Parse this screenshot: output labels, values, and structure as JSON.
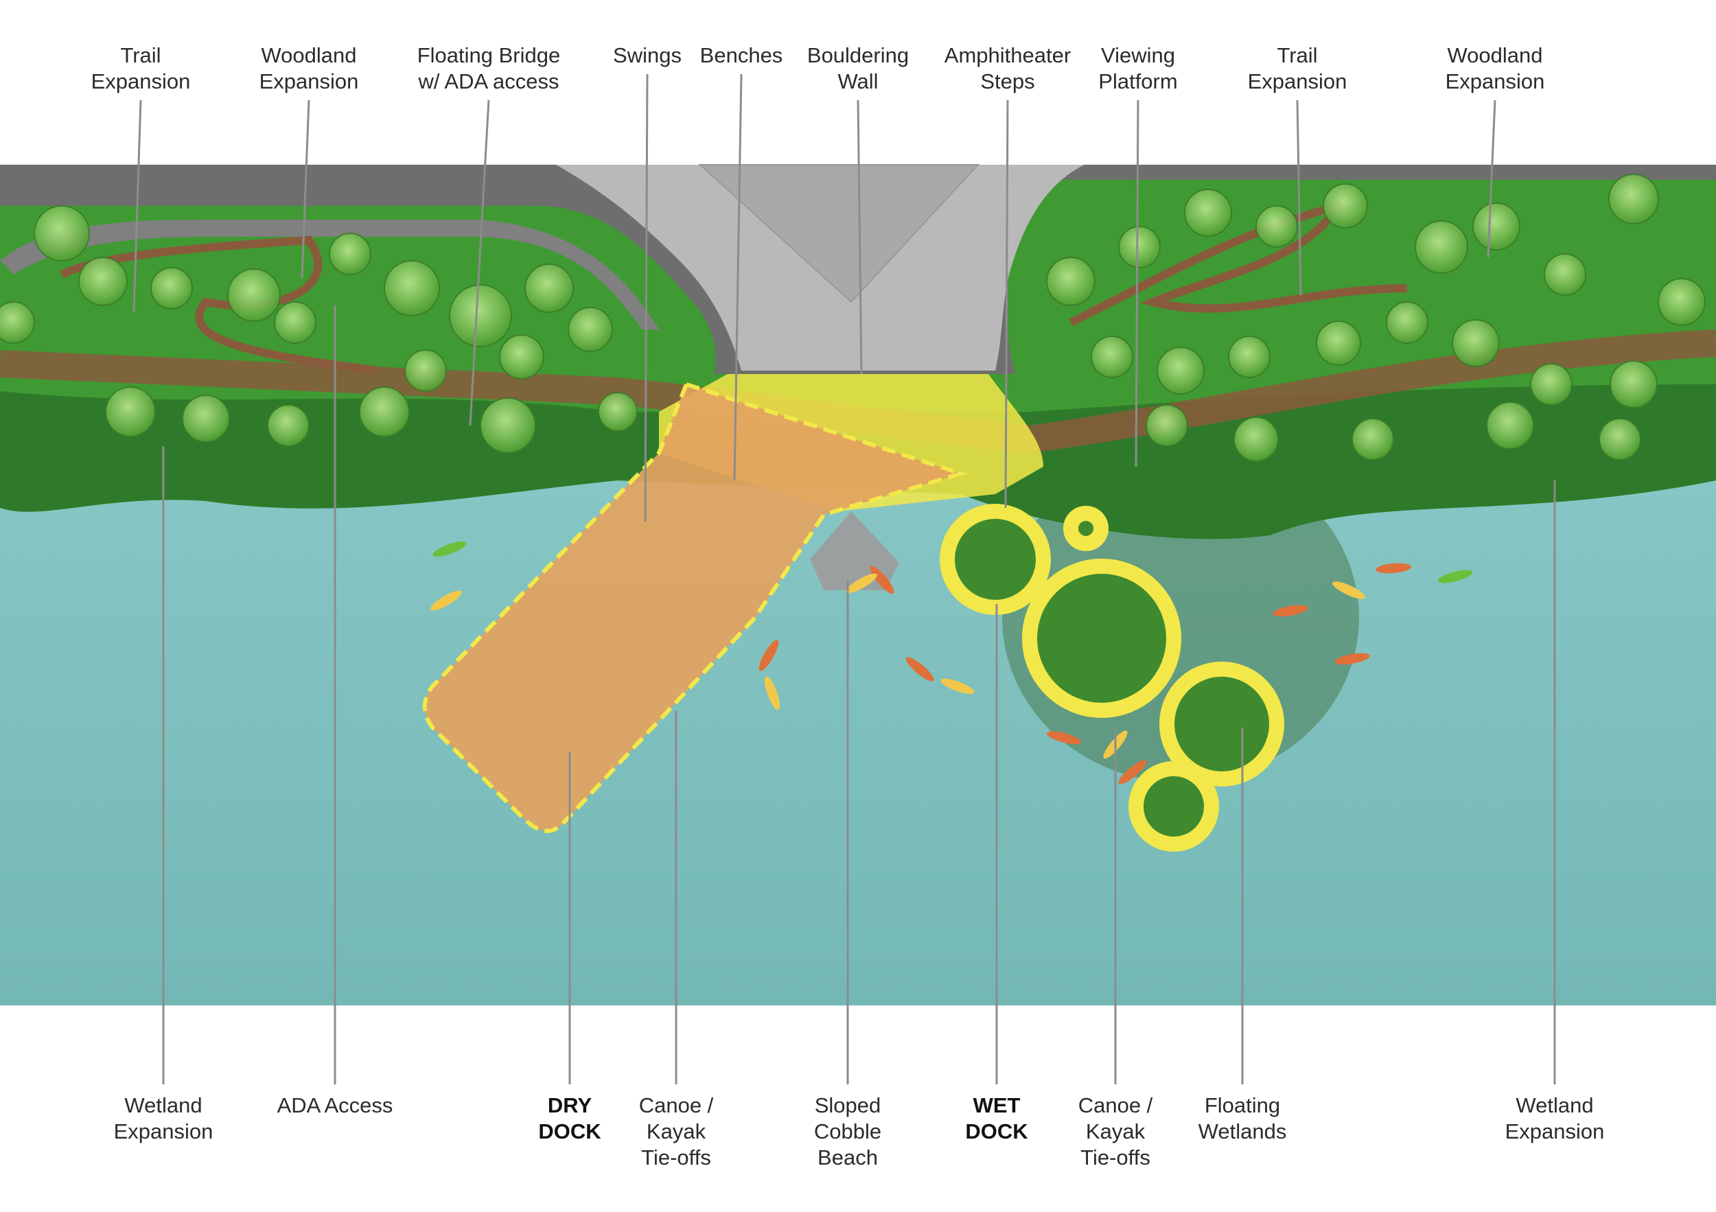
{
  "colors": {
    "water": "#7fc1c0",
    "grass": "#3f9a33",
    "grass_dark": "#2f7a2a",
    "road": "#6e6e6e",
    "plaza": "#b9b9b9",
    "trail": "#8a5a3c",
    "dock": "#e3a35f",
    "highlight": "#f2e84a",
    "leader": "#8c8c8c"
  },
  "labels_top": [
    {
      "id": "trail-expansion-left",
      "lines": [
        "Trail",
        "Expansion"
      ]
    },
    {
      "id": "woodland-expansion-left",
      "lines": [
        "Woodland",
        "Expansion"
      ]
    },
    {
      "id": "floating-bridge",
      "lines": [
        "Floating Bridge",
        "w/ ADA access"
      ]
    },
    {
      "id": "swings",
      "lines": [
        "Swings"
      ]
    },
    {
      "id": "benches",
      "lines": [
        "Benches"
      ]
    },
    {
      "id": "bouldering-wall",
      "lines": [
        "Bouldering",
        "Wall"
      ]
    },
    {
      "id": "amphitheater-steps",
      "lines": [
        "Amphitheater",
        "Steps"
      ]
    },
    {
      "id": "viewing-platform",
      "lines": [
        "Viewing",
        "Platform"
      ]
    },
    {
      "id": "trail-expansion-right",
      "lines": [
        "Trail",
        "Expansion"
      ]
    },
    {
      "id": "woodland-expansion-right",
      "lines": [
        "Woodland",
        "Expansion"
      ]
    }
  ],
  "labels_bottom": [
    {
      "id": "wetland-expansion-left",
      "lines": [
        "Wetland",
        "Expansion"
      ],
      "bold": false
    },
    {
      "id": "ada-access",
      "lines": [
        "ADA Access"
      ],
      "bold": false
    },
    {
      "id": "dry-dock",
      "lines": [
        "DRY",
        "DOCK"
      ],
      "bold": true
    },
    {
      "id": "canoe-kayak-left",
      "lines": [
        "Canoe /",
        "Kayak",
        "Tie-offs"
      ],
      "bold": false
    },
    {
      "id": "sloped-cobble-beach",
      "lines": [
        "Sloped",
        "Cobble",
        "Beach"
      ],
      "bold": false
    },
    {
      "id": "wet-dock",
      "lines": [
        "WET",
        "DOCK"
      ],
      "bold": true
    },
    {
      "id": "canoe-kayak-right",
      "lines": [
        "Canoe /",
        "Kayak",
        "Tie-offs"
      ],
      "bold": false
    },
    {
      "id": "floating-wetlands",
      "lines": [
        "Floating",
        "Wetlands"
      ],
      "bold": false
    },
    {
      "id": "wetland-expansion-right",
      "lines": [
        "Wetland",
        "Expansion"
      ],
      "bold": false
    }
  ]
}
